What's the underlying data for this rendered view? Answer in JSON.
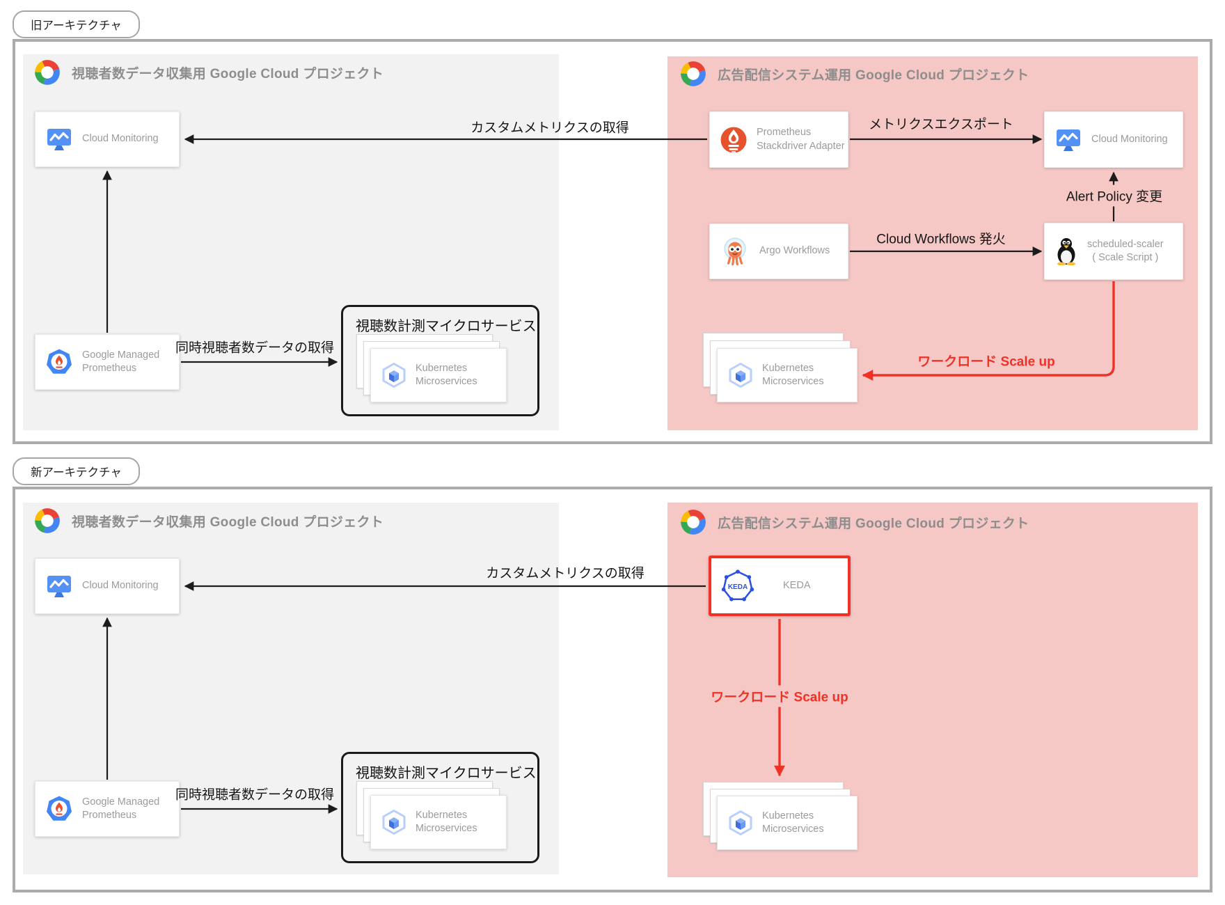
{
  "colors": {
    "pink_panel": "#f5c8c5",
    "gray_panel": "#f2f2f2",
    "outer_border": "#ababab",
    "red_accent": "#f03226",
    "arrow_black": "#1c1c1c"
  },
  "icons": {
    "google_cloud": "google-cloud-logo",
    "cloud_monitoring": "cloud-monitoring-icon",
    "managed_prometheus": "managed-prometheus-icon",
    "prometheus": "prometheus-icon",
    "argo": "argo-workflows-icon",
    "tux": "linux-tux-icon",
    "kubernetes": "kubernetes-icon",
    "keda": "keda-icon"
  },
  "old": {
    "tag": "旧アーキテクチャ",
    "arrow_custom_metrics": "カスタムメトリクスの取得",
    "left": {
      "title": "視聴者数データ収集用 Google Cloud プロジェクト",
      "cloud_monitoring": "Cloud Monitoring",
      "gmp_line1": "Google Managed",
      "gmp_line2": "Prometheus",
      "arrow_fetch": "同時視聴者数データの取得",
      "group_title": "視聴数計測マイクロサービス",
      "k8s_line1": "Kubernetes",
      "k8s_line2": "Microservices"
    },
    "right": {
      "title": "広告配信システム運用 Google Cloud プロジェクト",
      "prometheus_line1": "Prometheus",
      "prometheus_line2": "Stackdriver Adapter",
      "cloud_monitoring": "Cloud Monitoring",
      "argo": "Argo Workflows",
      "scheduler_line1": "scheduled-scaler",
      "scheduler_line2": "( Scale Script )",
      "k8s_line1": "Kubernetes",
      "k8s_line2": "Microservices",
      "arrow_export": "メトリクスエクスポート",
      "arrow_alert": "Alert Policy 変更",
      "arrow_workflows": "Cloud Workflows 発火",
      "arrow_scaleup": "ワークロード Scale up"
    }
  },
  "new": {
    "tag": "新アーキテクチャ",
    "arrow_custom_metrics": "カスタムメトリクスの取得",
    "left": {
      "title": "視聴者数データ収集用 Google Cloud プロジェクト",
      "cloud_monitoring": "Cloud Monitoring",
      "gmp_line1": "Google Managed",
      "gmp_line2": "Prometheus",
      "arrow_fetch": "同時視聴者数データの取得",
      "group_title": "視聴数計測マイクロサービス",
      "k8s_line1": "Kubernetes",
      "k8s_line2": "Microservices"
    },
    "right": {
      "title": "広告配信システム運用 Google Cloud プロジェクト",
      "keda_label": "KEDA",
      "keda_icon_text": "KEDA",
      "k8s_line1": "Kubernetes",
      "k8s_line2": "Microservices",
      "arrow_scaleup": "ワークロード Scale up"
    }
  }
}
